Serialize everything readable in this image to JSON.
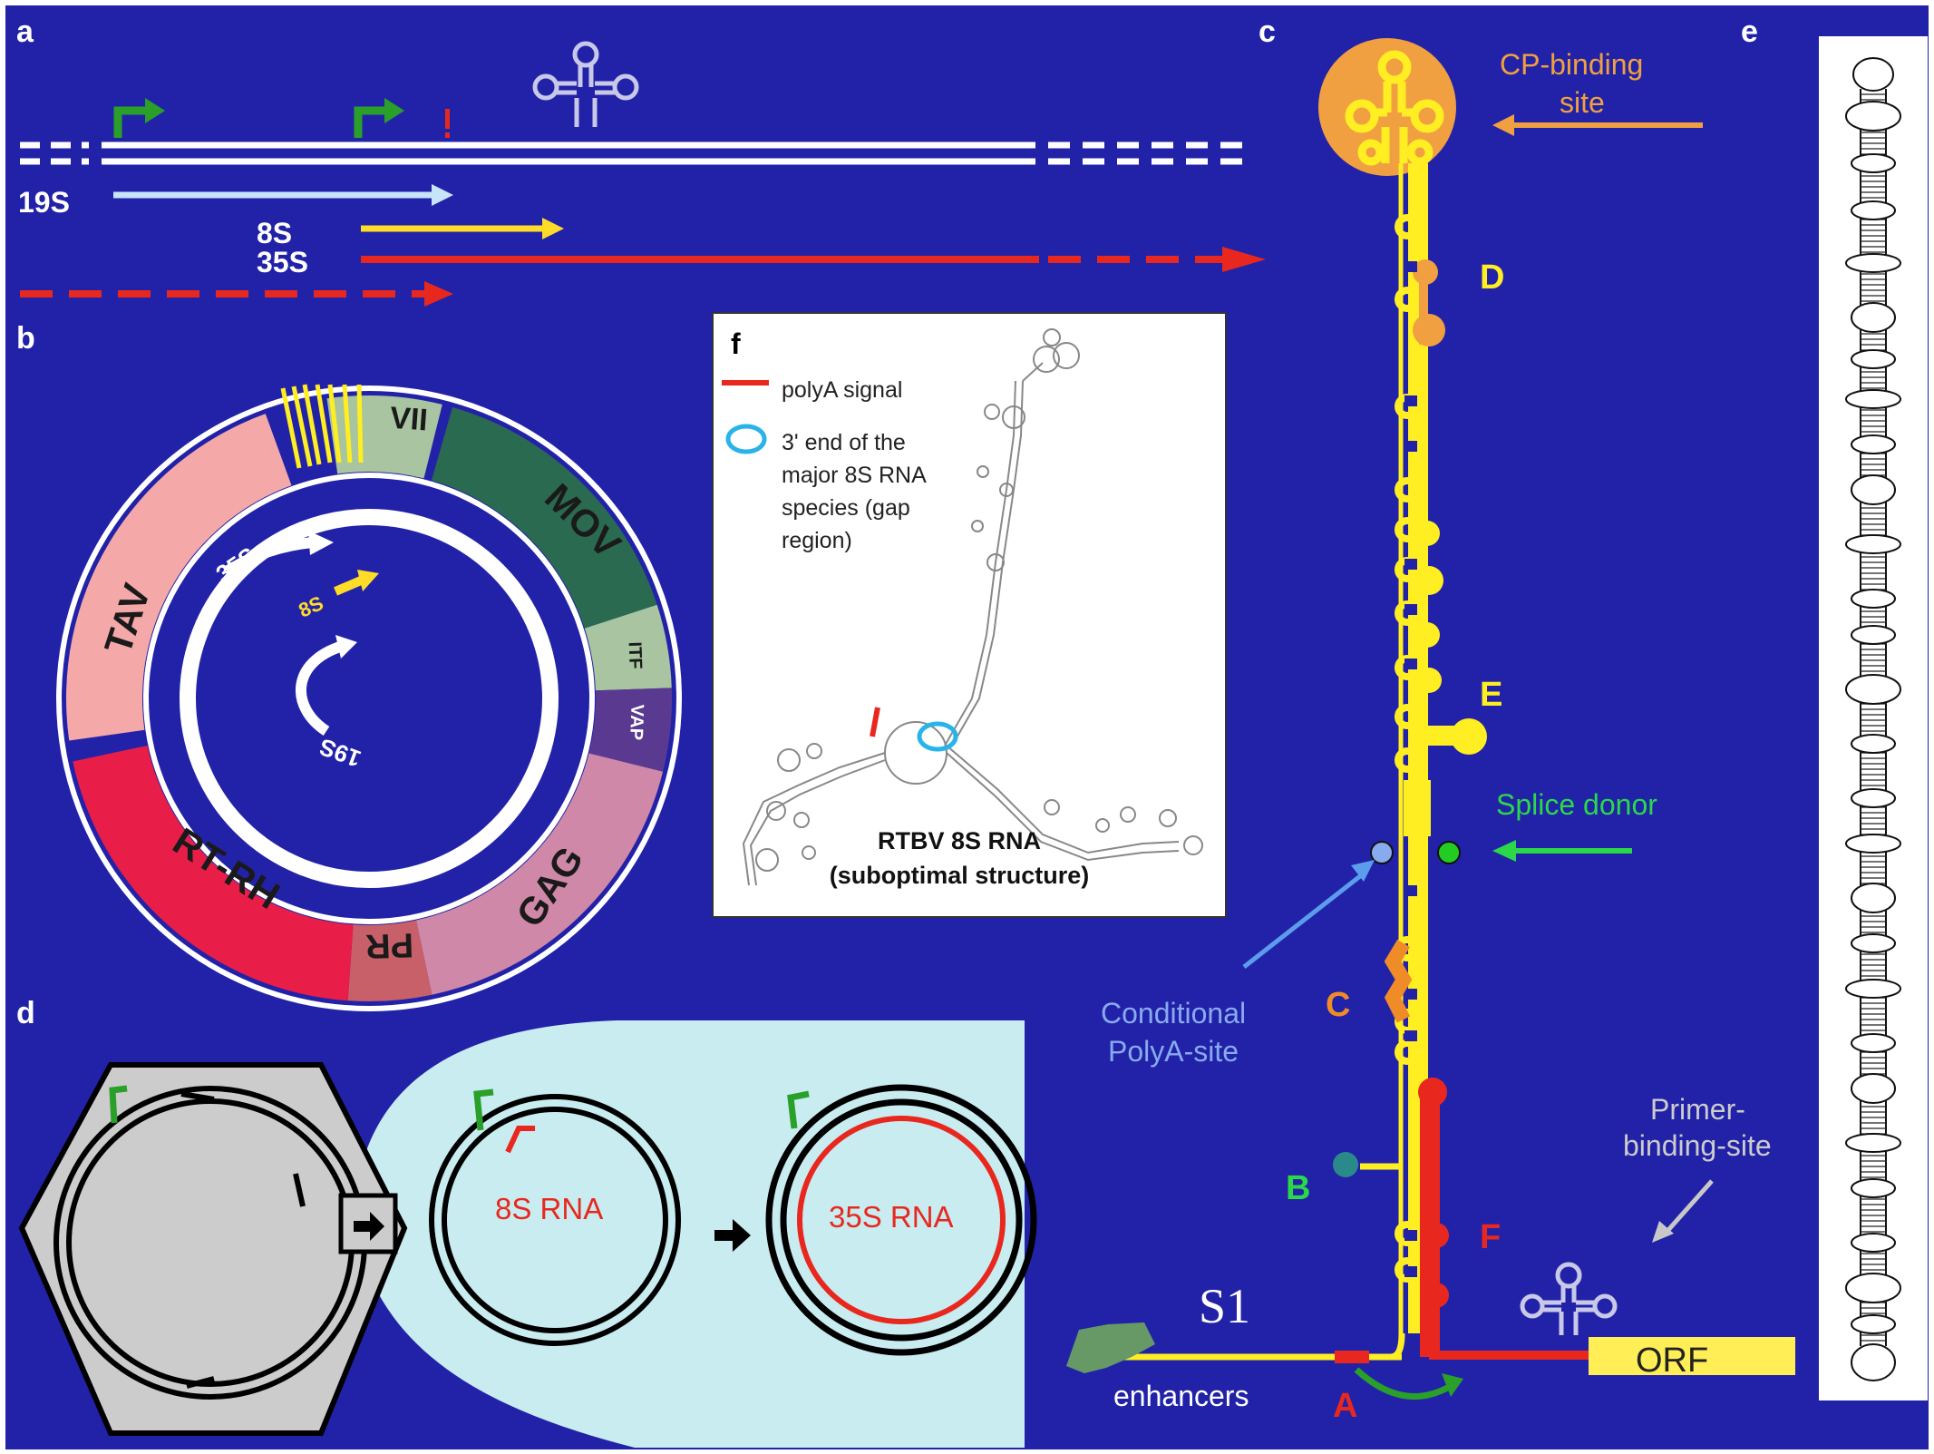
{
  "panel_labels": {
    "a": "a",
    "b": "b",
    "c": "c",
    "d": "d",
    "e": "e",
    "f": "f"
  },
  "colors": {
    "background": "#2222a8",
    "white": "#ffffff",
    "yellow": "#ffee22",
    "orange": "#f08c28",
    "red": "#e8281e",
    "green": "#2aa02a",
    "light_blue": "#a8d8f0",
    "gray": "#c8c8c8"
  },
  "panel_a": {
    "transcripts": {
      "t19s": "19S",
      "t8s": "8S",
      "t35s": "35S"
    },
    "icons": [
      "promoter-arrow-icon",
      "polya-signal-icon",
      "trna-cloverleaf-icon"
    ]
  },
  "panel_b": {
    "orfs": {
      "vii": "VII",
      "mov": "MOV",
      "itf": "ITF",
      "vap": "VAP",
      "gag": "GAG",
      "pr": "PR",
      "rtrh": "RT-RH",
      "tav": "TAV"
    },
    "transcripts": {
      "t35s": "35S",
      "t8s": "8S",
      "t19s": "19S"
    }
  },
  "panel_c": {
    "cp_site": [
      "CP-binding",
      "site"
    ],
    "regions": {
      "d": "D",
      "e": "E",
      "c": "C",
      "b": "B",
      "f": "F",
      "a": "A"
    },
    "splice_donor": "Splice donor",
    "conditional_polya": [
      "Conditional",
      "PolyA-site"
    ],
    "primer_site": [
      "Primer-",
      "binding-site"
    ],
    "s1": "S1",
    "enhancers": "enhancers",
    "orf": "ORF"
  },
  "panel_d": {
    "rna_8s": "8S RNA",
    "rna_35s": "35S RNA"
  },
  "panel_f": {
    "legend_polya": "polyA signal",
    "legend_3end": [
      "3' end of the",
      "major 8S RNA",
      "species (gap",
      "region)"
    ],
    "title": [
      "RTBV 8S RNA",
      "(suboptimal structure)"
    ]
  }
}
